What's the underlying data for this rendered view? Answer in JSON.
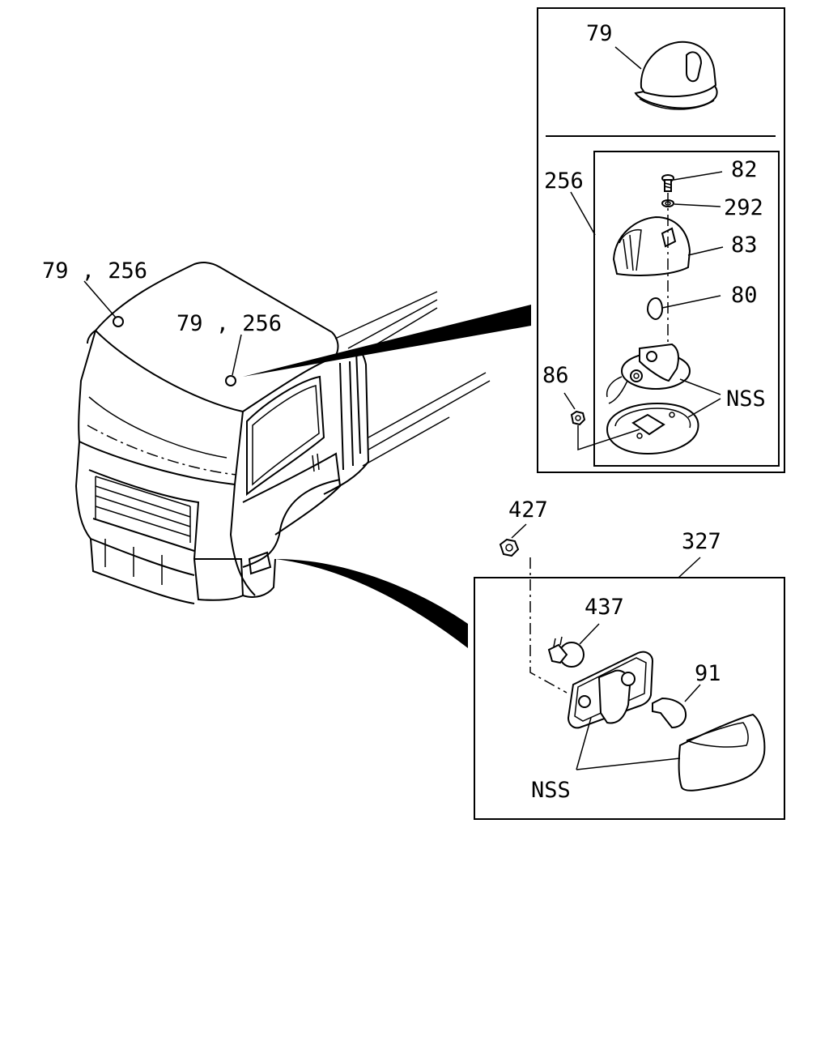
{
  "labels": {
    "cab_marker_left": "79 , 256",
    "cab_marker_right": "79 , 256",
    "lamp_79": "79",
    "lamp_256": "256",
    "screw_82": "82",
    "washer_292": "292",
    "lens_83": "83",
    "bulb_80": "80",
    "nut_86": "86",
    "nss_upper": "NSS",
    "nut_427": "427",
    "assy_327": "327",
    "socket_437": "437",
    "bulb_91": "91",
    "nss_lower": "NSS"
  }
}
